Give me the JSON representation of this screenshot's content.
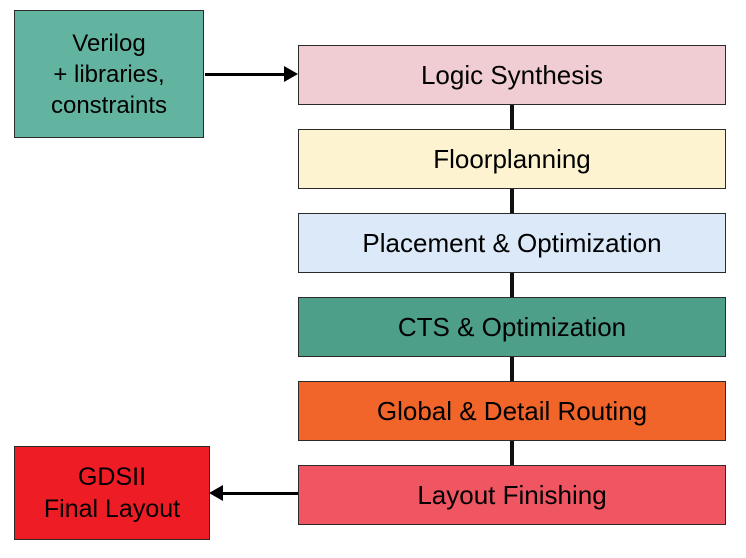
{
  "diagram": {
    "input_box": {
      "lines": [
        "Verilog",
        "+ libraries,",
        "constraints"
      ],
      "color": "#62b4a1"
    },
    "output_box": {
      "lines": [
        "GDSII",
        "Final Layout"
      ],
      "color": "#ee1c25"
    },
    "steps": [
      {
        "label": "Logic Synthesis",
        "color": "#f0cdd2"
      },
      {
        "label": "Floorplanning",
        "color": "#fdf3d0"
      },
      {
        "label": "Placement & Optimization",
        "color": "#dbe9f8"
      },
      {
        "label": "CTS & Optimization",
        "color": "#4d9f8a"
      },
      {
        "label": "Global & Detail Routing",
        "color": "#f2652a"
      },
      {
        "label": "Layout Finishing",
        "color": "#f05562"
      }
    ],
    "arrow_color": "#000000"
  }
}
